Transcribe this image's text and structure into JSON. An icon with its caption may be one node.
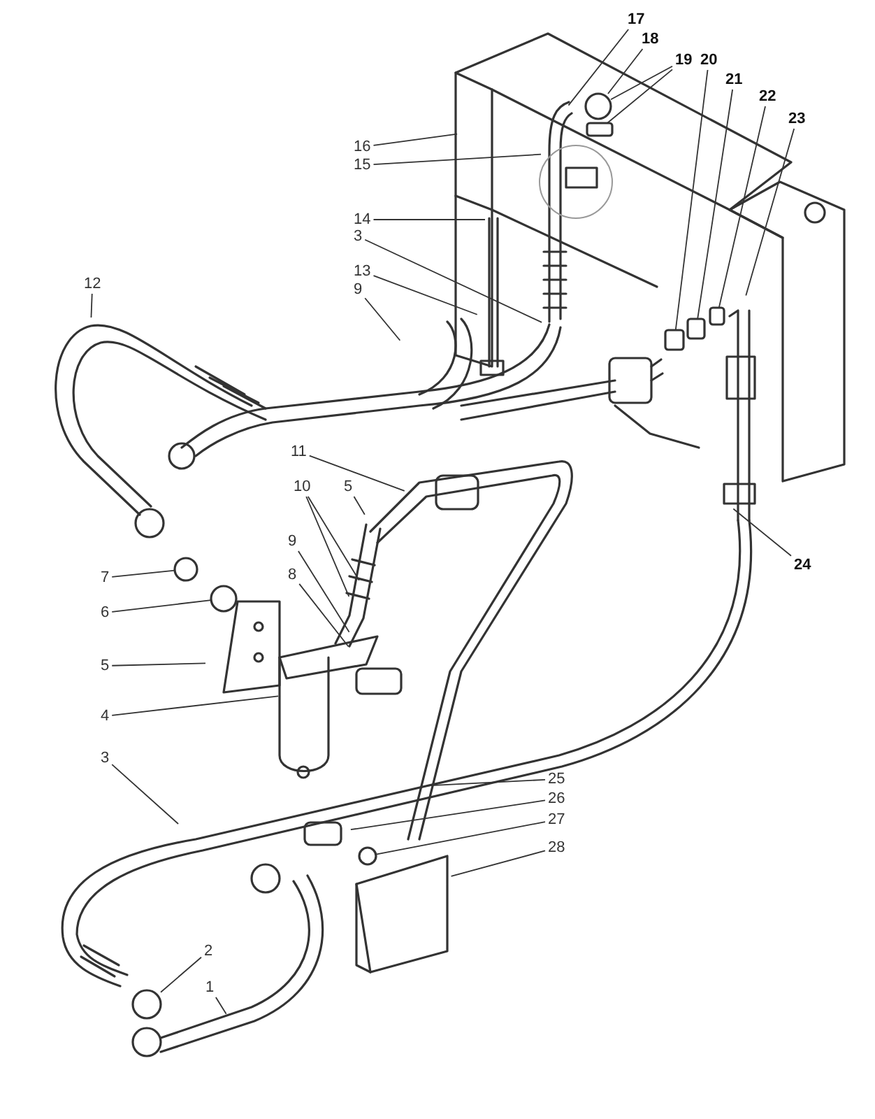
{
  "diagram": {
    "nodes": [
      {
        "text": [
          "17"
        ]
      },
      {
        "text": [
          "18"
        ]
      },
      {
        "text": [
          "19"
        ]
      },
      {
        "text": [
          "20"
        ]
      },
      {
        "text": [
          "21"
        ]
      },
      {
        "text": [
          "22"
        ]
      },
      {
        "text": [
          "23"
        ]
      },
      {
        "text": [
          "16"
        ]
      },
      {
        "text": [
          "15"
        ]
      },
      {
        "text": [
          "14"
        ]
      },
      {
        "text": [
          "3"
        ]
      },
      {
        "text": [
          "13"
        ]
      },
      {
        "text": [
          "12"
        ]
      },
      {
        "text": [
          "9"
        ]
      },
      {
        "text": [
          "11"
        ]
      },
      {
        "text": [
          "10"
        ]
      },
      {
        "text": [
          "5"
        ]
      },
      {
        "text": [
          "9"
        ]
      },
      {
        "text": [
          "8"
        ]
      },
      {
        "text": [
          "7"
        ]
      },
      {
        "text": [
          "24"
        ]
      },
      {
        "text": [
          "6"
        ]
      },
      {
        "text": [
          "5"
        ]
      },
      {
        "text": [
          "4"
        ]
      },
      {
        "text": [
          "3"
        ]
      },
      {
        "text": [
          "25"
        ]
      },
      {
        "text": [
          "26"
        ]
      },
      {
        "text": [
          "27"
        ]
      },
      {
        "text": [
          "28"
        ]
      },
      {
        "text": [
          "2"
        ]
      },
      {
        "text": [
          "1"
        ]
      },
      {
        "text": [],
        "shape": "circle"
      },
      {
        "text": [],
        "shape": "box"
      },
      {
        "text": [],
        "shape": "box"
      },
      {
        "text": [],
        "shape": "box"
      },
      {
        "text": [],
        "shape": "box"
      },
      {
        "text": [],
        "shape": "circle"
      },
      {
        "text": [],
        "shape": "circle"
      },
      {
        "text": [],
        "shape": "circle"
      },
      {
        "text": [],
        "shape": "circle"
      }
    ],
    "edges": [
      {
        "from": 0,
        "to": null,
        "arrow": "none"
      },
      {
        "from": 1,
        "to": 31,
        "arrow": "none"
      },
      {
        "from": 2,
        "to": 31,
        "arrow": "none"
      },
      {
        "from": 2,
        "to": 32,
        "arrow": "none"
      },
      {
        "from": 3,
        "to": 33,
        "arrow": "none"
      },
      {
        "from": 4,
        "to": 34,
        "arrow": "none"
      },
      {
        "from": 5,
        "to": 35,
        "arrow": "none"
      },
      {
        "from": 6,
        "to": null,
        "arrow": "none"
      },
      {
        "from": 7,
        "to": null,
        "arrow": "none"
      },
      {
        "from": 8,
        "to": null,
        "arrow": "none"
      },
      {
        "from": 9,
        "to": null,
        "arrow": "none"
      },
      {
        "from": 10,
        "to": null,
        "arrow": "none"
      },
      {
        "from": 11,
        "to": null,
        "arrow": "none"
      },
      {
        "from": 12,
        "to": null,
        "arrow": "none"
      },
      {
        "from": 13,
        "to": null,
        "arrow": "none"
      },
      {
        "from": 14,
        "to": null,
        "arrow": "none"
      },
      {
        "from": 15,
        "to": null,
        "arrow": "none"
      },
      {
        "from": 15,
        "to": null,
        "arrow": "none"
      },
      {
        "from": 16,
        "to": null,
        "arrow": "none"
      },
      {
        "from": 17,
        "to": null,
        "arrow": "none"
      },
      {
        "from": 18,
        "to": null,
        "arrow": "none"
      },
      {
        "from": 19,
        "to": 36,
        "arrow": "none"
      },
      {
        "from": 20,
        "to": null,
        "arrow": "none"
      },
      {
        "from": 21,
        "to": 37,
        "arrow": "none"
      },
      {
        "from": 22,
        "to": null,
        "arrow": "none"
      },
      {
        "from": 23,
        "to": null,
        "arrow": "none"
      },
      {
        "from": 24,
        "to": null,
        "arrow": "none"
      },
      {
        "from": 25,
        "to": null,
        "arrow": "none"
      },
      {
        "from": 26,
        "to": null,
        "arrow": "none"
      },
      {
        "from": 27,
        "to": 38,
        "arrow": "none"
      },
      {
        "from": 28,
        "to": null,
        "arrow": "none"
      },
      {
        "from": 29,
        "to": 39,
        "arrow": "none"
      },
      {
        "from": 30,
        "to": null,
        "arrow": "none"
      }
    ]
  }
}
